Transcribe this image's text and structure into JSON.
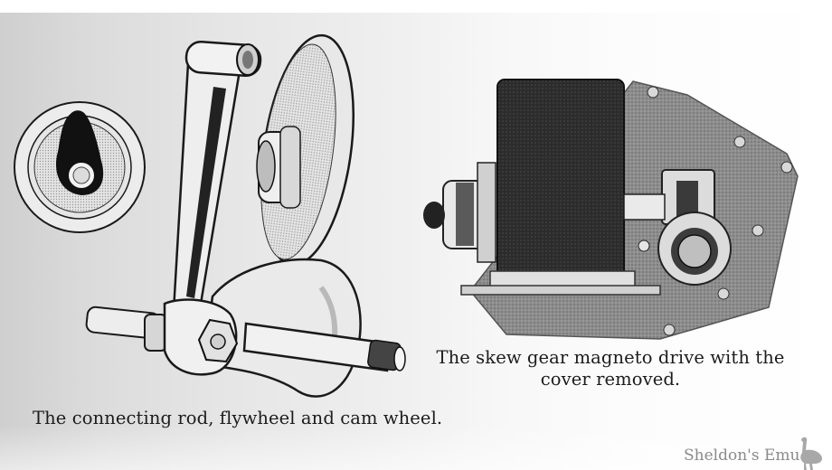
{
  "page": {
    "background_colors": {
      "scan_left": "#cfcfcf",
      "scan_right": "#ffffff",
      "ink": "#1c1c1c"
    }
  },
  "figures": [
    {
      "id": "left",
      "illustration": "connecting-rod-flywheel-cam-wheel-engraving",
      "caption": "The connecting rod, flywheel and cam wheel."
    },
    {
      "id": "right",
      "illustration": "skew-gear-magneto-drive-photo",
      "caption_line1": "The skew gear magneto drive with the",
      "caption_line2": "cover removed."
    }
  ],
  "watermark": {
    "text": "Sheldon's Emu",
    "icon": "emu-icon",
    "color": "#8a8a8a"
  }
}
